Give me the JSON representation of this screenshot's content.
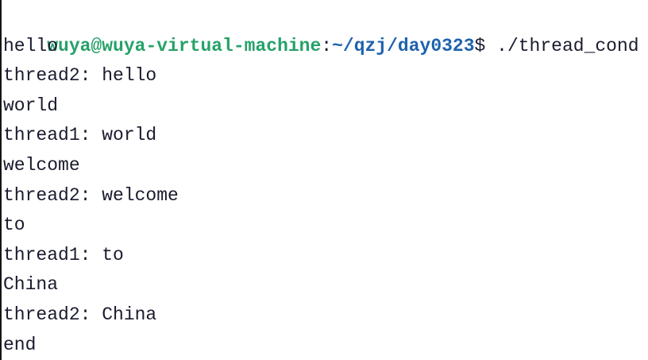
{
  "terminal": {
    "prompt": {
      "user_host": "wuya@wuya-virtual-machine",
      "colon": ":",
      "path": "~/qzj/day0323",
      "dollar": "$",
      "command": " ./thread_cond"
    },
    "output_lines": [
      "hello",
      "thread2: hello",
      "world",
      "thread1: world",
      "welcome",
      "thread2: welcome",
      "to",
      "thread1: to",
      "China",
      "thread2: China",
      "end"
    ],
    "colors": {
      "user_host": "#26a269",
      "path": "#1e62ae",
      "foreground": "#1a1b2e",
      "background": "#ffffff"
    }
  }
}
